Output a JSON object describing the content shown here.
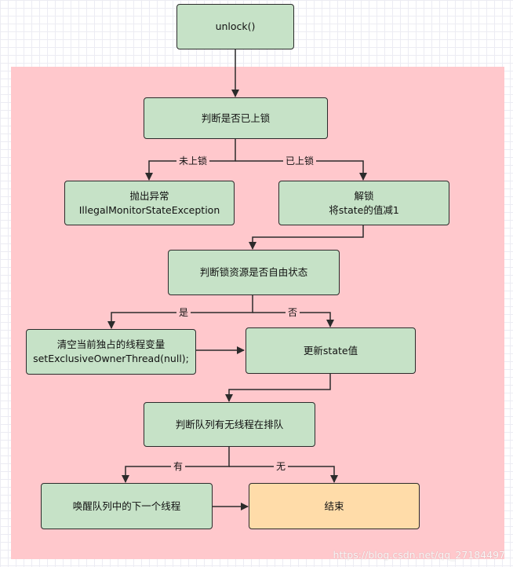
{
  "nodes": {
    "unlock": "unlock()",
    "check_locked": "判断是否已上锁",
    "throw_exception": [
      "抛出异常",
      "IllegalMonitorStateException"
    ],
    "release": [
      "解锁",
      "将state的值减1"
    ],
    "check_free": "判断锁资源是否自由状态",
    "clear_owner": [
      "清空当前独占的线程变量",
      "setExclusiveOwnerThread(null);"
    ],
    "update_state": "更新state值",
    "check_queue": "判断队列有无线程在排队",
    "wake_next": "唤醒队列中的下一个线程",
    "end": "结束"
  },
  "edge_labels": {
    "not_locked": "未上锁",
    "locked": "已上锁",
    "yes": "是",
    "no": "否",
    "has": "有",
    "none": "无"
  },
  "watermark": "https://blog.csdn.net/qq_27184497",
  "colors": {
    "process_fill": "#c6e2c7",
    "end_fill": "#ffdca9",
    "region_fill": "#ffc8cc",
    "stroke": "#2b2b2b"
  }
}
